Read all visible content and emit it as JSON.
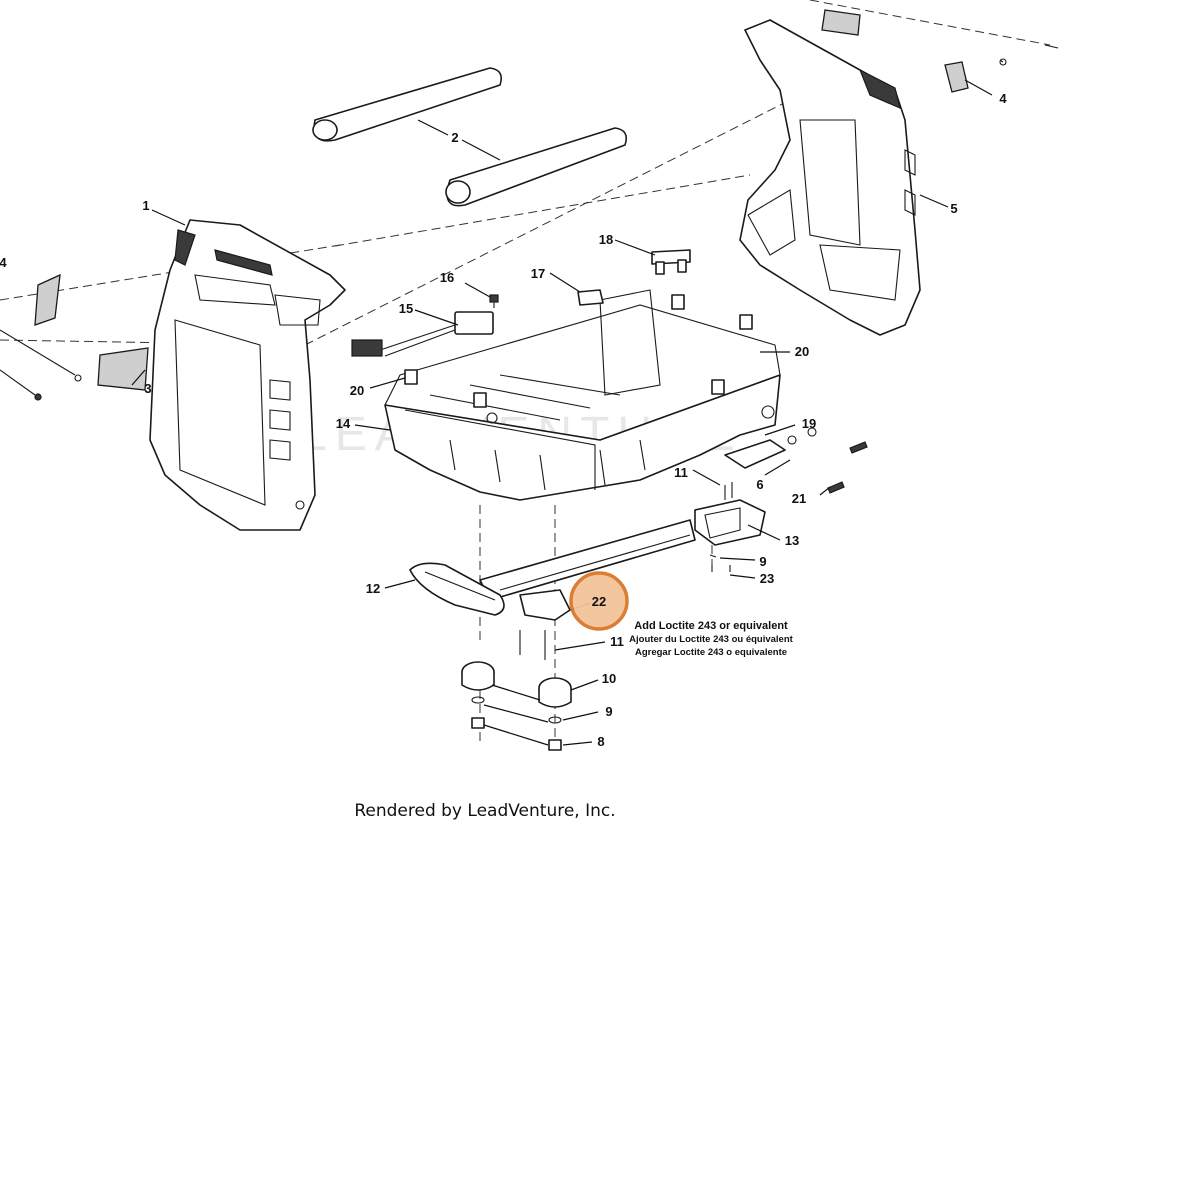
{
  "watermark": "LEADVENTURE",
  "callouts": {
    "c1": "1",
    "c2": "2",
    "c3": "3",
    "c4a": "4",
    "c4b": "4",
    "c5": "5",
    "c6": "6",
    "c8": "8",
    "c9a": "9",
    "c9b": "9",
    "c10": "10",
    "c11a": "11",
    "c11b": "11",
    "c12": "12",
    "c13": "13",
    "c14": "14",
    "c15": "15",
    "c16": "16",
    "c17": "17",
    "c18": "18",
    "c19": "19",
    "c20a": "20",
    "c20b": "20",
    "c21": "21",
    "c22": "22",
    "c23": "23"
  },
  "note": {
    "line1": "Add Loctite 243 or equivalent",
    "line2": "Ajouter du Loctite 243 ou équivalent",
    "line3": "Agregar Loctite 243 o equivalente"
  },
  "credit": "Rendered by LeadVenture, Inc.",
  "highlight": {
    "part": "22",
    "color": "#f3c39b",
    "stroke": "#d9782c"
  }
}
